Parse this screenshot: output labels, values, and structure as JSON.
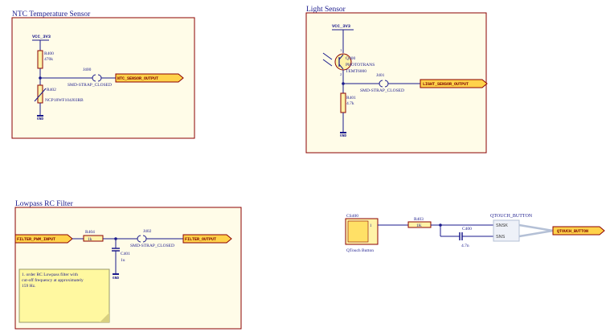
{
  "colors": {
    "background": "#ffffff",
    "frame_border": "#8b0000",
    "frame_fill": "#fffce8",
    "wire": "#1a1a8c",
    "component_outline": "#8b0000",
    "component_fill": "#fff3a8",
    "port_fill": "#ffd24a",
    "note_fill": "#fff8a0",
    "button_cable": "#b4c0d6"
  },
  "sections": {
    "ntc": {
      "title": "NTC Temperature Sensor",
      "power": "VCC_3V3",
      "ground": "GND",
      "r400": {
        "ref": "R400",
        "value": "470k"
      },
      "r402": {
        "ref": "R402",
        "value": "NCP18WF104J03RB"
      },
      "jumper": {
        "ref": "J400",
        "value": "SMD-STRAP_CLOSED"
      },
      "output": "NTC_SENSOR_OUTPUT"
    },
    "light": {
      "title": "Light Sensor",
      "power": "VCC_3V3",
      "ground": "GND",
      "q400": {
        "ref": "Q400",
        "type": "PHOTOTRANS",
        "part": "TEMT6000"
      },
      "r401": {
        "ref": "R401",
        "value": "4.7k"
      },
      "jumper": {
        "ref": "J401",
        "value": "SMD-STRAP_CLOSED"
      },
      "output": "LIGHT_SENSOR_OUTPUT"
    },
    "lowpass": {
      "title": "Lowpass RC Filter",
      "input": "FILTER_PWM_INPUT",
      "r404": {
        "ref": "R404",
        "value": "1k"
      },
      "c401": {
        "ref": "C401",
        "value": "1u"
      },
      "jumper": {
        "ref": "J402",
        "value": "SMD-STRAP_CLOSED"
      },
      "output": "FILTER_OUTPUT",
      "ground": "GND",
      "note": [
        "1. order RC Lowpass filter with",
        "cut-off frequency at approximately",
        "159 Hz."
      ]
    },
    "qtouch": {
      "cs400": {
        "ref": "CS400",
        "label": "QTouch Button",
        "pin": "1"
      },
      "r403": {
        "ref": "R403",
        "value": "1K"
      },
      "c400": {
        "ref": "C400",
        "value": "4.7n"
      },
      "bus_title": "QTOUCH_BUTTON",
      "snsk": "SNSK",
      "sns": "SNS",
      "output": "QTOUCH_BUTTON"
    }
  }
}
